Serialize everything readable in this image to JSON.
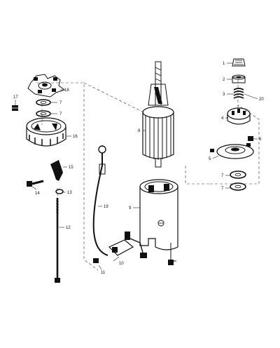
{
  "parts": [
    {
      "id": "part-1",
      "label": "1"
    },
    {
      "id": "part-2",
      "label": "2"
    },
    {
      "id": "part-3",
      "label": "3"
    },
    {
      "id": "part-4",
      "label": "4"
    },
    {
      "id": "part-5",
      "label": "5"
    },
    {
      "id": "part-6",
      "label": "6"
    },
    {
      "id": "part-7a",
      "label": "7"
    },
    {
      "id": "part-7b",
      "label": "7"
    },
    {
      "id": "part-7c",
      "label": "7"
    },
    {
      "id": "part-7d",
      "label": "7"
    },
    {
      "id": "part-8",
      "label": "8"
    },
    {
      "id": "part-9",
      "label": "9"
    },
    {
      "id": "part-10",
      "label": "10"
    },
    {
      "id": "part-11",
      "label": "11"
    },
    {
      "id": "part-12",
      "label": "12"
    },
    {
      "id": "part-13",
      "label": "13"
    },
    {
      "id": "part-14",
      "label": "14"
    },
    {
      "id": "part-15",
      "label": "15"
    },
    {
      "id": "part-16",
      "label": "16"
    },
    {
      "id": "part-17",
      "label": "17"
    },
    {
      "id": "part-18",
      "label": "18"
    },
    {
      "id": "part-19",
      "label": "19"
    },
    {
      "id": "part-20",
      "label": "20"
    }
  ]
}
